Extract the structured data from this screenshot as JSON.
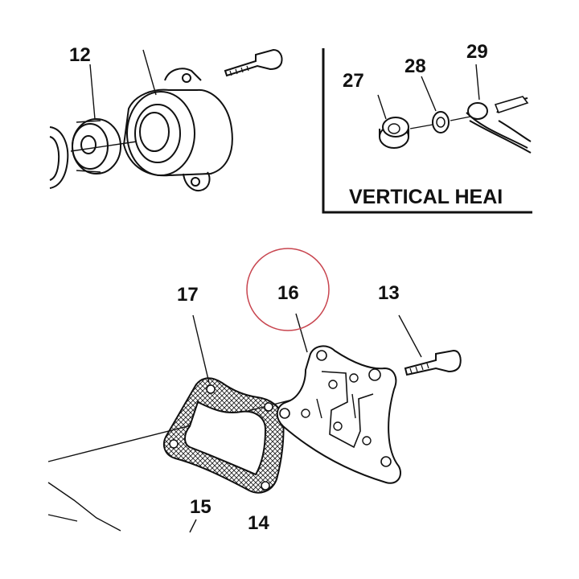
{
  "diagram": {
    "inset_caption": "VERTICAL HEAI",
    "callouts": [
      {
        "id": "12",
        "text": "12"
      },
      {
        "id": "27",
        "text": "27"
      },
      {
        "id": "28",
        "text": "28"
      },
      {
        "id": "29",
        "text": "29"
      },
      {
        "id": "17",
        "text": "17"
      },
      {
        "id": "16",
        "text": "16"
      },
      {
        "id": "13",
        "text": "13"
      },
      {
        "id": "15",
        "text": "15"
      },
      {
        "id": "14",
        "text": "14"
      }
    ],
    "highlight_color": "#c8454f",
    "line_color": "#111111"
  }
}
